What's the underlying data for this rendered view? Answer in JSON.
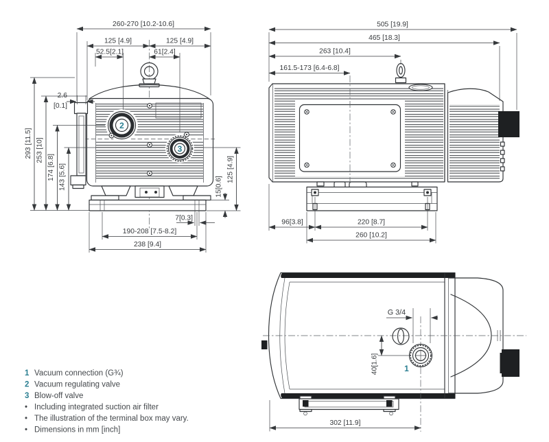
{
  "colors": {
    "accent": "#2b7f92",
    "ink": "#36393c"
  },
  "front_view": {
    "dim_overall_width": "260-270 [10.2-10.6]",
    "dim_half_left": "125 [4.9]",
    "dim_half_right": "125 [4.9]",
    "dim_port2_offset": "52.5[2.1]",
    "dim_port3_offset": "61[2.4]",
    "dim_gap_mm": "2.6",
    "dim_gap_inch": "[0.1]",
    "dim_height_overall": "293 [11.5]",
    "dim_height_body": "253 [10]",
    "dim_height_port2": "174 [6.8]",
    "dim_height_port3": "143 [5.6]",
    "dim_foot_height": "15[0.6]",
    "dim_port3_height": "125 [4.9]",
    "dim_slot_width": "7[0.3]",
    "dim_bolt_span": "190-208 [7.5-8.2]",
    "dim_base_width": "238 [9.4]",
    "marker_port2": "2",
    "marker_port3": "3"
  },
  "side_view": {
    "dim_length_overall": "505 [19.9]",
    "dim_length_body": "465 [18.3]",
    "dim_eyebolt_offset": "263 [10.4]",
    "dim_center_range": "161.5-173 [6.4-6.8]",
    "dim_foot_offset": "96[3.8]",
    "dim_bolt_span": "220 [8.7]",
    "dim_foot_length": "260 [10.2]"
  },
  "top_view": {
    "thread_label": "G 3/4",
    "dim_port_offset_y": "40[1.6]",
    "dim_port_offset_x": "302 [11.9]",
    "marker_port1": "1"
  },
  "legend": {
    "items": [
      {
        "marker": "1",
        "text": "Vacuum connection (G¾)"
      },
      {
        "marker": "2",
        "text": "Vacuum regulating valve"
      },
      {
        "marker": "3",
        "text": "Blow-off valve"
      },
      {
        "marker": "•",
        "text": "Including integrated suction air filter"
      },
      {
        "marker": "•",
        "text": "The illustration of the terminal box may vary."
      },
      {
        "marker": "•",
        "text": "Dimensions in mm [inch]"
      }
    ]
  }
}
